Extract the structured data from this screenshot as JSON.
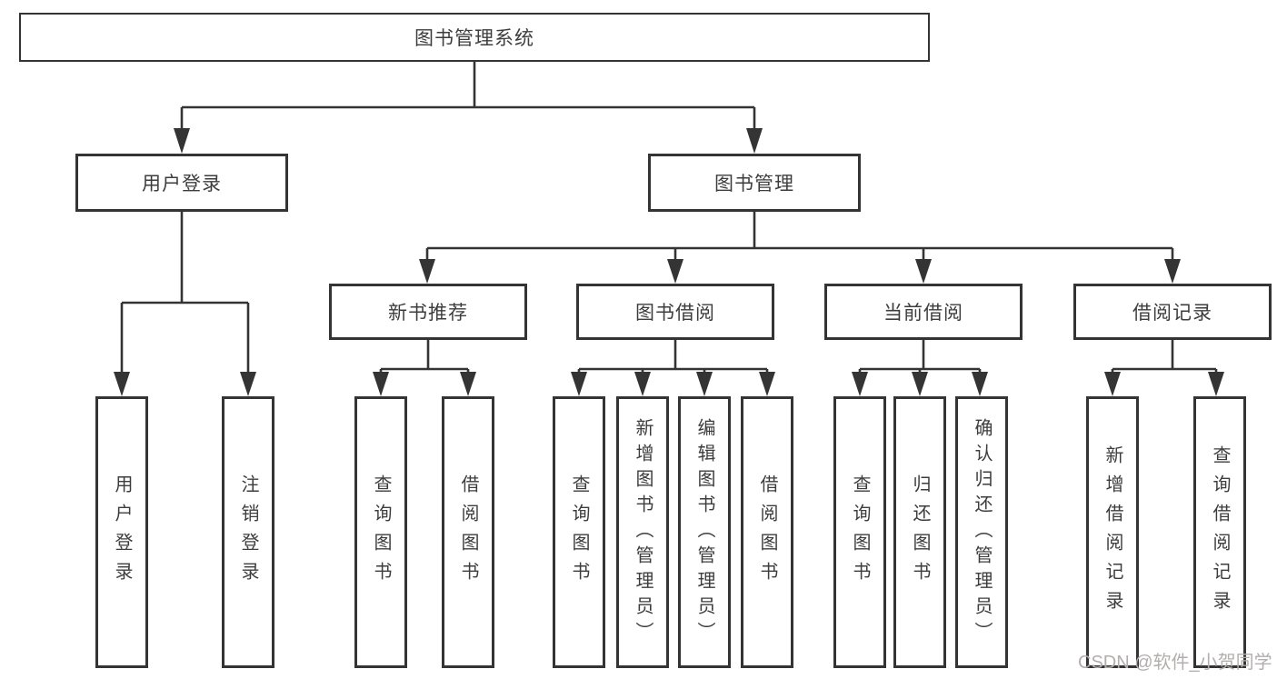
{
  "colors": {
    "background": "#ffffff",
    "line": "#343434",
    "text": "#3d3d3d",
    "watermark": "#b3aeae"
  },
  "watermark": {
    "text": "CSDN @软件_小贺同学"
  },
  "tree": {
    "root": {
      "label": "图书管理系统"
    },
    "branches": [
      {
        "label": "用户登录",
        "children": [
          {
            "label": "用户登录"
          },
          {
            "label": "注销登录"
          }
        ]
      },
      {
        "label": "图书管理",
        "children": [
          {
            "label": "新书推荐",
            "children": [
              {
                "label": "查询图书"
              },
              {
                "label": "借阅图书"
              }
            ]
          },
          {
            "label": "图书借阅",
            "children": [
              {
                "label": "查询图书"
              },
              {
                "label": "新增图书（管理员）"
              },
              {
                "label": "编辑图书（管理员）"
              },
              {
                "label": "借阅图书"
              }
            ]
          },
          {
            "label": "当前借阅",
            "children": [
              {
                "label": "查询图书"
              },
              {
                "label": "归还图书"
              },
              {
                "label": "确认归还（管理员）"
              }
            ]
          },
          {
            "label": "借阅记录",
            "children": [
              {
                "label": "新增借阅记录"
              },
              {
                "label": "查询借阅记录"
              }
            ]
          }
        ]
      }
    ]
  }
}
